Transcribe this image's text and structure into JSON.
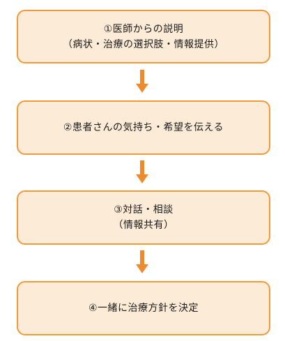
{
  "steps": [
    {
      "lines": [
        "①医師からの説明",
        "（病状・治療の選択肢・情報提供）"
      ]
    },
    {
      "lines": [
        "②患者さんの気持ち・希望を伝える"
      ]
    },
    {
      "lines": [
        "③対話・相談",
        "（情報共有）"
      ]
    },
    {
      "lines": [
        "④一緒に治療方針を決定"
      ]
    }
  ],
  "colors": {
    "box_fill": "#fcebd7",
    "box_border": "#f29a3a",
    "arrow": "#ee8b2e"
  }
}
